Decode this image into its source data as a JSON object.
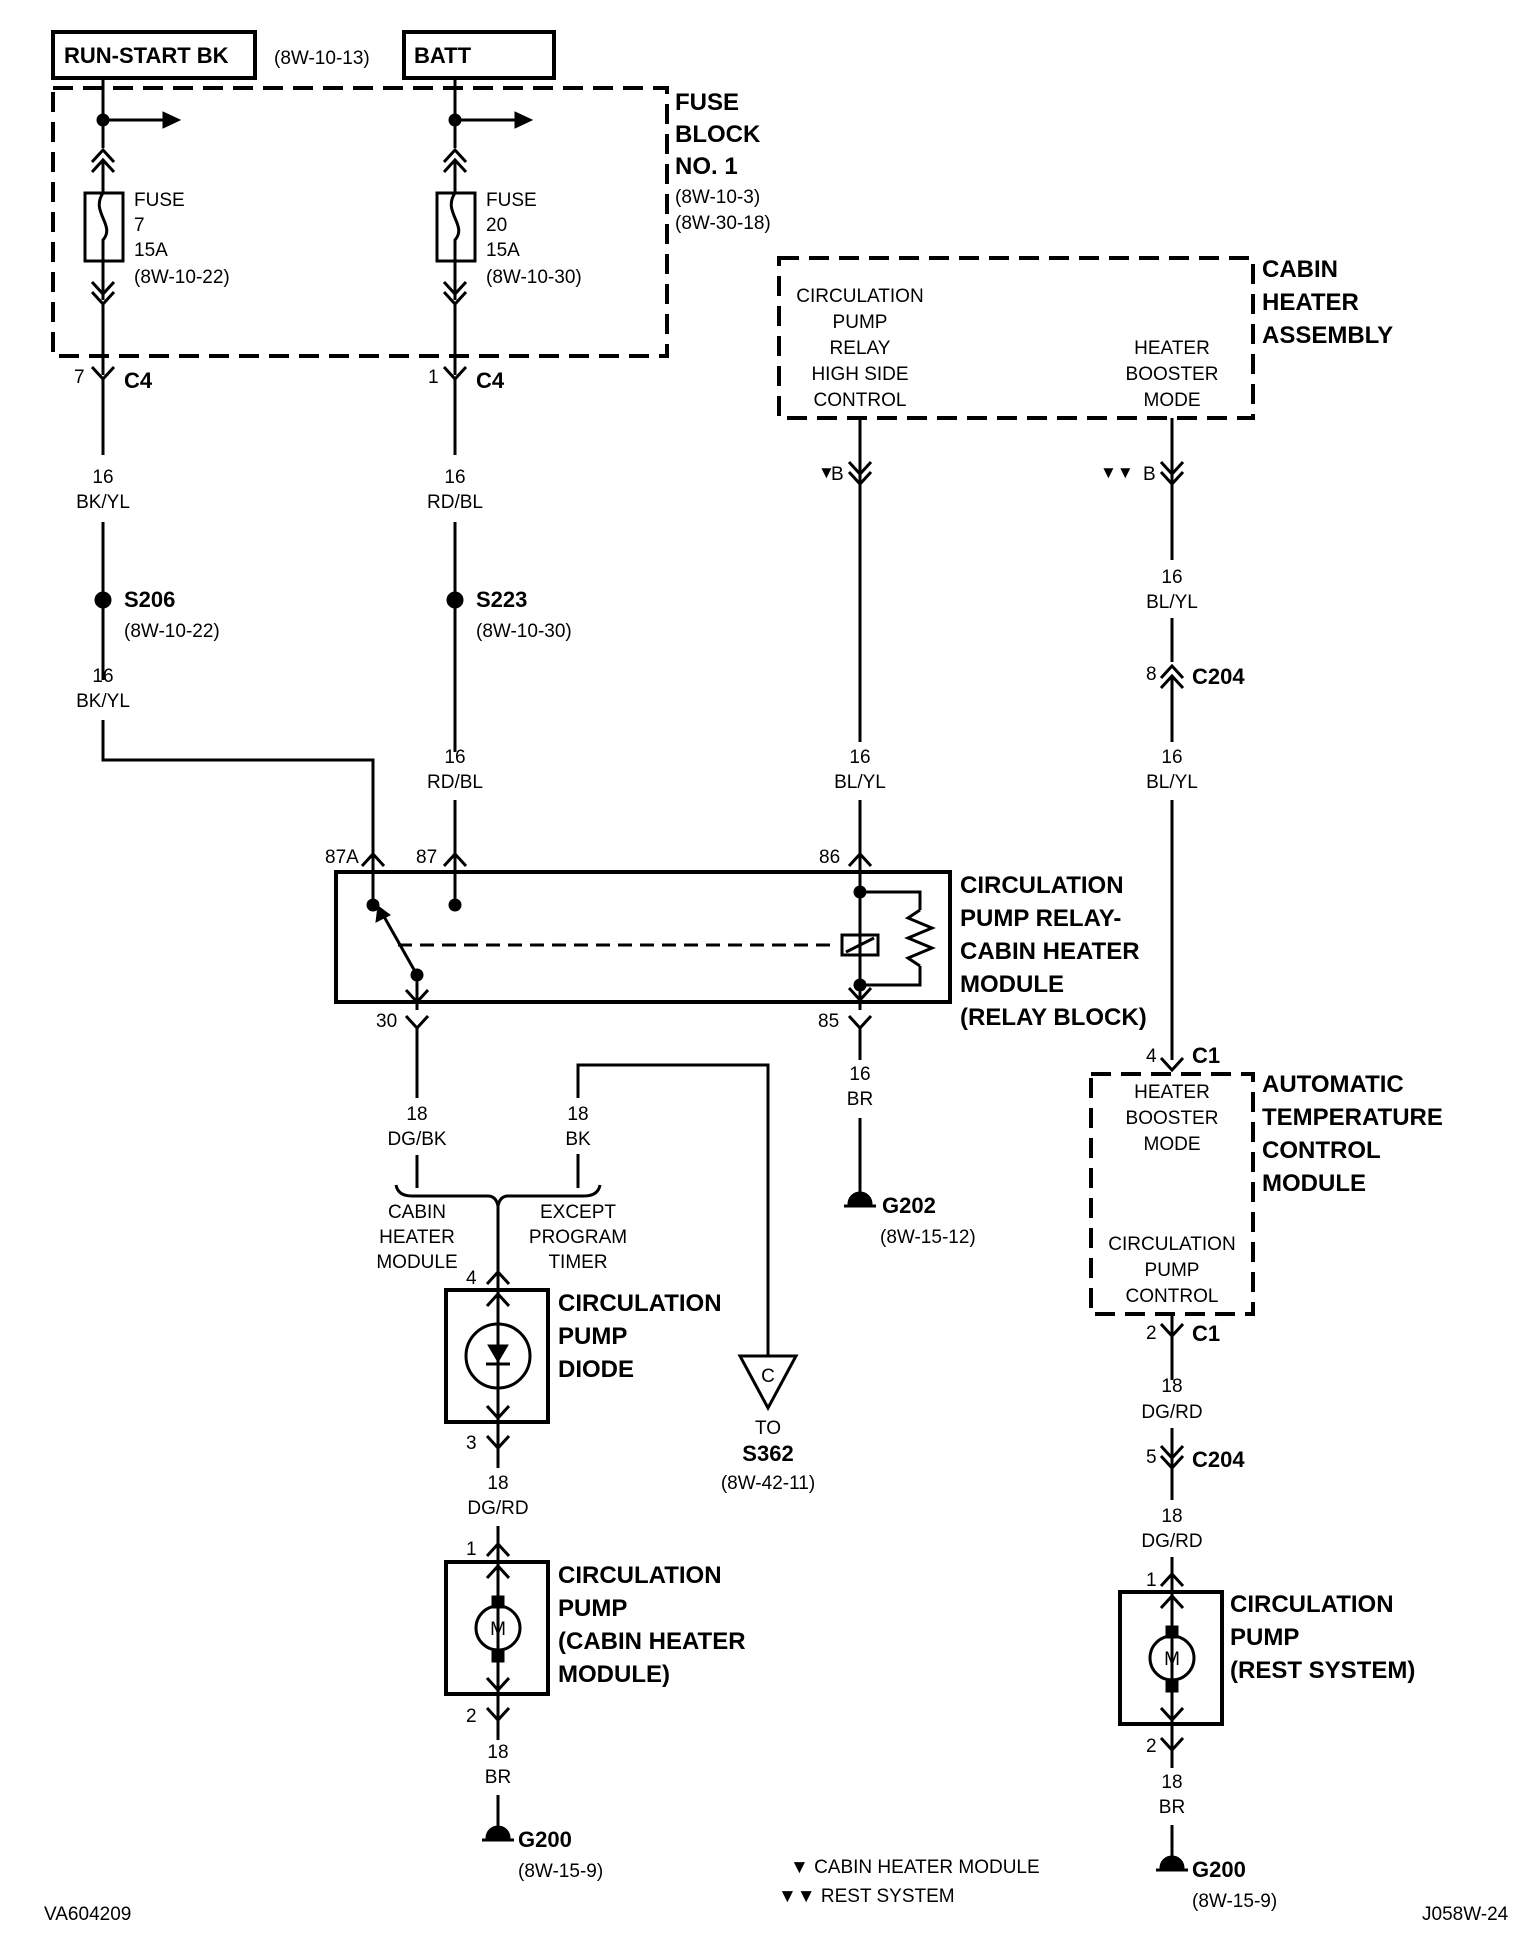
{
  "sources": {
    "run_start": "RUN-START BK",
    "run_start_ref": "(8W-10-13)",
    "batt": "BATT"
  },
  "fuse_block": {
    "title": [
      "FUSE",
      "BLOCK",
      "NO. 1"
    ],
    "refs": [
      "(8W-10-3)",
      "(8W-30-18)"
    ],
    "fuse7": [
      "FUSE",
      "7",
      "15A",
      "(8W-10-22)"
    ],
    "fuse20": [
      "FUSE",
      "20",
      "15A",
      "(8W-10-30)"
    ],
    "c4_left_pin": "7",
    "c4_right_pin": "1",
    "c4_label": "C4"
  },
  "wires": {
    "bkyl": [
      "16",
      "BK/YL"
    ],
    "rdbl": [
      "16",
      "RD/BL"
    ],
    "blyl": [
      "16",
      "BL/YL"
    ],
    "br16": [
      "16",
      "BR"
    ],
    "dgbk": [
      "18",
      "DG/BK"
    ],
    "bk18": [
      "18",
      "BK"
    ],
    "dgrd": [
      "18",
      "DG/RD"
    ],
    "br18": [
      "18",
      "BR"
    ]
  },
  "splices": {
    "s206": "S206",
    "s206_ref": "(8W-10-22)",
    "s223": "S223",
    "s223_ref": "(8W-10-30)"
  },
  "cabin_heater_assembly": {
    "title": [
      "CABIN",
      "HEATER",
      "ASSEMBLY"
    ],
    "relay_control": [
      "CIRCULATION",
      "PUMP",
      "RELAY",
      "HIGH SIDE",
      "CONTROL"
    ],
    "booster": [
      "HEATER",
      "BOOSTER",
      "MODE"
    ],
    "pin_b": "B",
    "tri_single": "▼",
    "tri_double": "▼▼"
  },
  "c204": {
    "label": "C204",
    "pin8": "8",
    "pin5": "5"
  },
  "relay_block": {
    "title": [
      "CIRCULATION",
      "PUMP RELAY-",
      "CABIN HEATER",
      "MODULE",
      "(RELAY BLOCK)"
    ],
    "pin_87a": "87A",
    "pin_87": "87",
    "pin_86": "86",
    "pin_30": "30",
    "pin_85": "85"
  },
  "grounds": {
    "g202": "G202",
    "g202_ref": "(8W-15-12)",
    "g200": "G200",
    "g200_ref": "(8W-15-9)"
  },
  "atc_module": {
    "title": [
      "AUTOMATIC",
      "TEMPERATURE",
      "CONTROL",
      "MODULE"
    ],
    "booster": [
      "HEATER",
      "BOOSTER",
      "MODE"
    ],
    "pump_control": [
      "CIRCULATION",
      "PUMP",
      "CONTROL"
    ],
    "c1": "C1",
    "pin4": "4",
    "pin2": "2"
  },
  "branch": {
    "left": [
      "CABIN",
      "HEATER",
      "MODULE"
    ],
    "right": [
      "EXCEPT",
      "PROGRAM",
      "TIMER"
    ]
  },
  "diode": {
    "title": [
      "CIRCULATION",
      "PUMP",
      "DIODE"
    ],
    "pin4": "4",
    "pin3": "3"
  },
  "s362": {
    "letter": "C",
    "to": "TO",
    "name": "S362",
    "ref": "(8W-42-11)"
  },
  "pump_cabin": {
    "title": [
      "CIRCULATION",
      "PUMP",
      "(CABIN HEATER",
      "MODULE)"
    ],
    "motor": "M",
    "pin1": "1",
    "pin2": "2"
  },
  "pump_rest": {
    "title": [
      "CIRCULATION",
      "PUMP",
      "(REST SYSTEM)"
    ],
    "motor": "M",
    "pin1": "1",
    "pin2": "2"
  },
  "legend": {
    "single": "▼ CABIN HEATER MODULE",
    "double": "▼▼ REST SYSTEM"
  },
  "ids": {
    "left": "VA604209",
    "right": "J058W-24"
  }
}
